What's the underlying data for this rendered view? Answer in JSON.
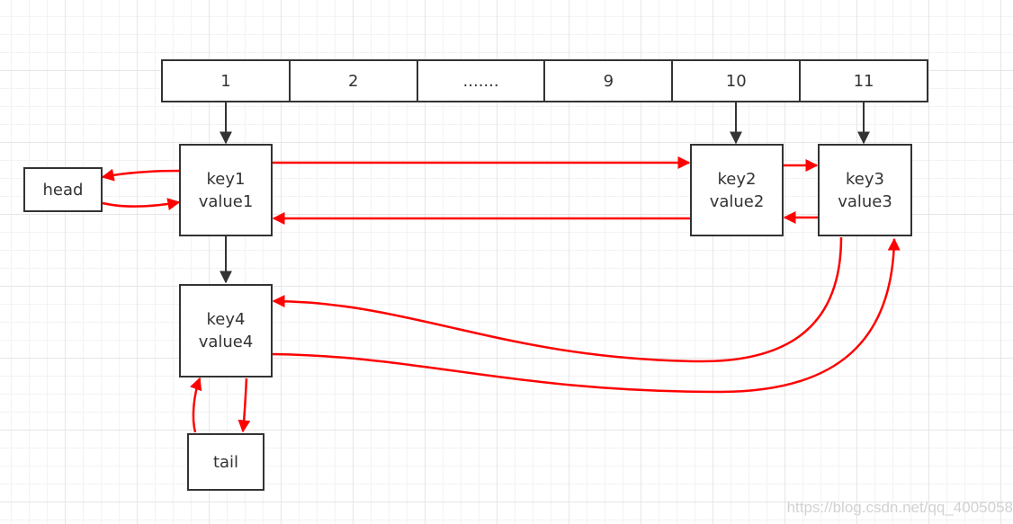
{
  "array": {
    "cells": [
      "1",
      "2",
      ".......",
      "9",
      "10",
      "11"
    ]
  },
  "nodes": {
    "head": {
      "label": "head"
    },
    "tail": {
      "label": "tail"
    },
    "entry1": {
      "key": "key1",
      "value": "value1"
    },
    "entry2": {
      "key": "key2",
      "value": "value2"
    },
    "entry3": {
      "key": "key3",
      "value": "value3"
    },
    "entry4": {
      "key": "key4",
      "value": "value4"
    }
  },
  "colors": {
    "bucket_arrow": "#333333",
    "list_arrow": "#ff0000",
    "box_border": "#333333"
  },
  "watermark": "https://blog.csdn.net/qq_4005058"
}
